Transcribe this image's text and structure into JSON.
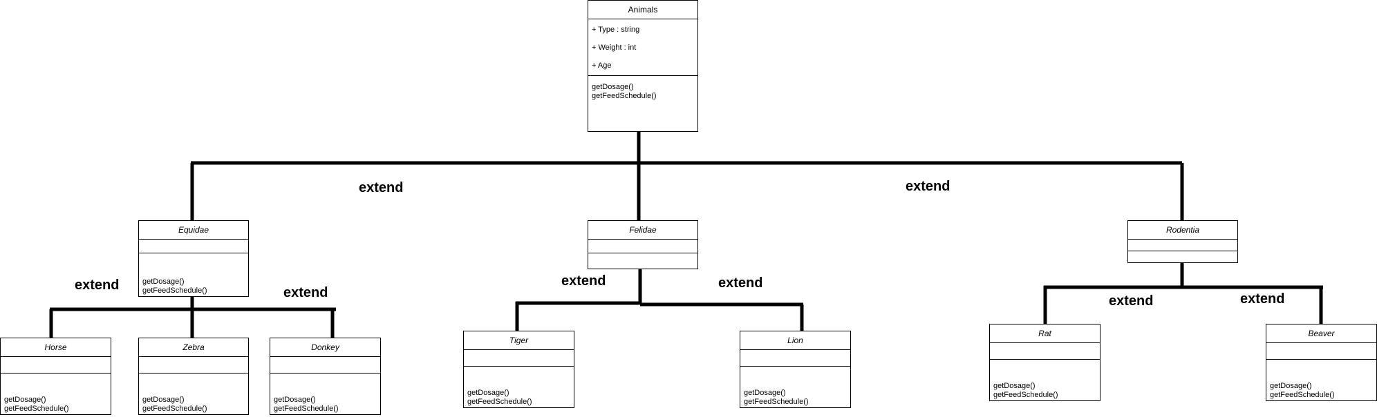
{
  "diagram": {
    "classes": {
      "animals": {
        "name": "Animals",
        "attributes": [
          "+ Type : string",
          "+ Weight : int",
          "+ Age"
        ],
        "operations": [
          "getDosage()",
          "getFeedSchedule()"
        ]
      },
      "equidae": {
        "name": "Equidae",
        "operations": [
          "getDosage()",
          "getFeedSchedule()"
        ]
      },
      "felidae": {
        "name": "Felidae"
      },
      "rodentia": {
        "name": "Rodentia"
      },
      "horse": {
        "name": "Horse",
        "operations": [
          "getDosage()",
          "getFeedSchedule()"
        ]
      },
      "zebra": {
        "name": "Zebra",
        "operations": [
          "getDosage()",
          "getFeedSchedule()"
        ]
      },
      "donkey": {
        "name": "Donkey",
        "operations": [
          "getDosage()",
          "getFeedSchedule()"
        ]
      },
      "tiger": {
        "name": "Tiger",
        "operations": [
          "getDosage()",
          "getFeedSchedule()"
        ]
      },
      "lion": {
        "name": "Lion",
        "operations": [
          "getDosage()",
          "getFeedSchedule()"
        ]
      },
      "rat": {
        "name": "Rat",
        "operations": [
          "getDosage()",
          "getFeedSchedule()"
        ]
      },
      "beaver": {
        "name": "Beaver",
        "operations": [
          "getDosage()",
          "getFeedSchedule()"
        ]
      }
    },
    "edge_labels": {
      "top_left": "extend",
      "top_right": "extend",
      "equidae_left": "extend",
      "equidae_right": "extend",
      "felidae_left": "extend",
      "felidae_right": "extend",
      "rodentia_left": "extend",
      "rodentia_right": "extend"
    },
    "colors": {
      "line": "#000000",
      "box_fill": "#ffffff"
    }
  }
}
